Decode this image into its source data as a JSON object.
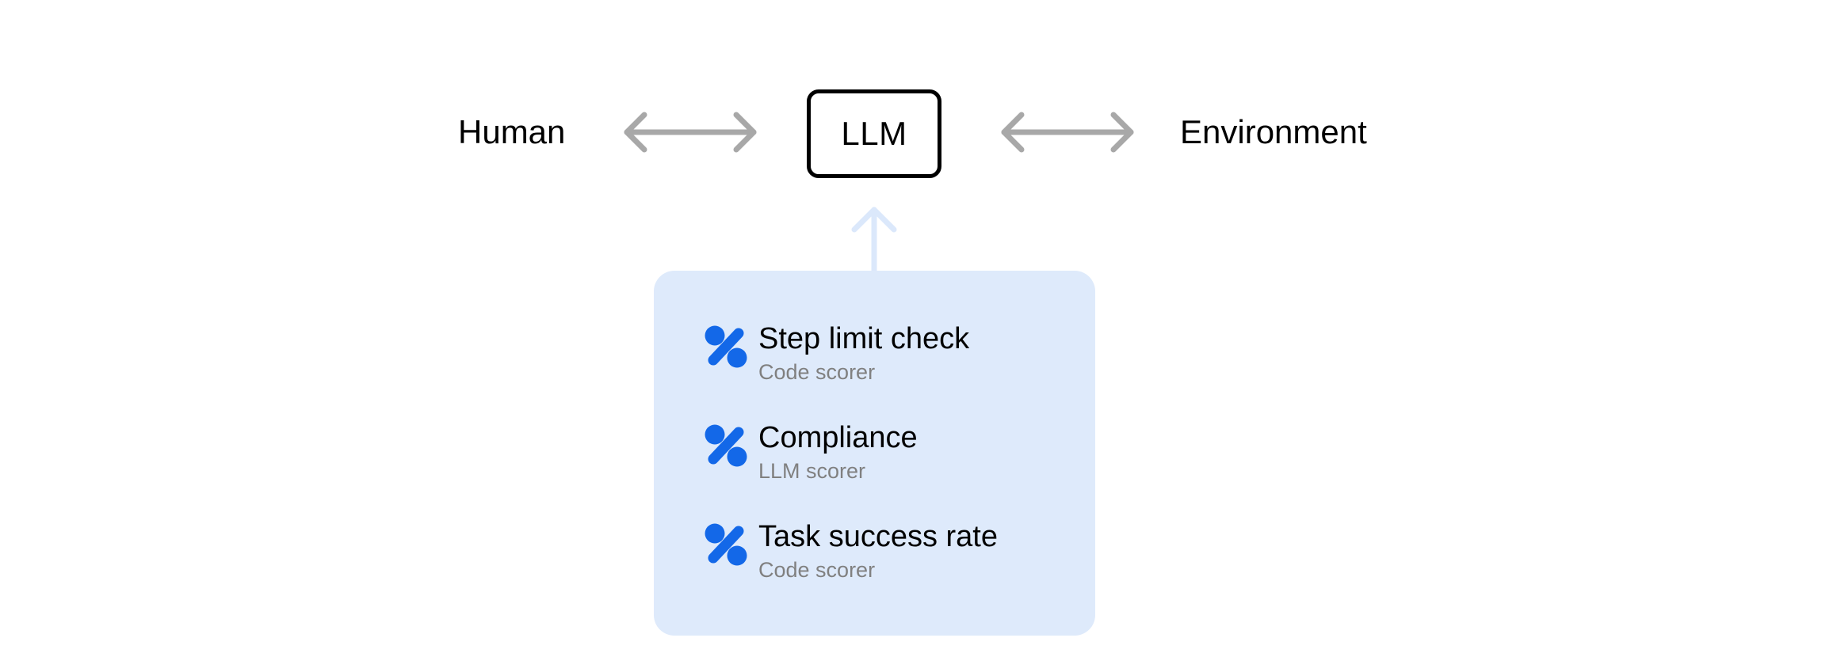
{
  "diagram": {
    "left_actor": {
      "label": "Human"
    },
    "center_node": {
      "label": "LLM"
    },
    "right_actor": {
      "label": "Environment"
    },
    "connectors": {
      "human_to_llm": {
        "icon": "double-headed-arrow-icon",
        "color": "#a8a8a8"
      },
      "llm_to_environment": {
        "icon": "double-headed-arrow-icon",
        "color": "#a8a8a8"
      },
      "scorers_to_llm": {
        "icon": "arrow-up-icon",
        "color": "#dbe8fb"
      }
    },
    "scorer_panel": {
      "background_color": "#deeafb",
      "accent_color": "#1368e8",
      "subtitle_color": "#808080",
      "items": [
        {
          "icon": "percent-icon",
          "title": "Step limit check",
          "subtitle": "Code scorer"
        },
        {
          "icon": "percent-icon",
          "title": "Compliance",
          "subtitle": "LLM scorer"
        },
        {
          "icon": "percent-icon",
          "title": "Task success rate",
          "subtitle": "Code scorer"
        }
      ]
    }
  }
}
